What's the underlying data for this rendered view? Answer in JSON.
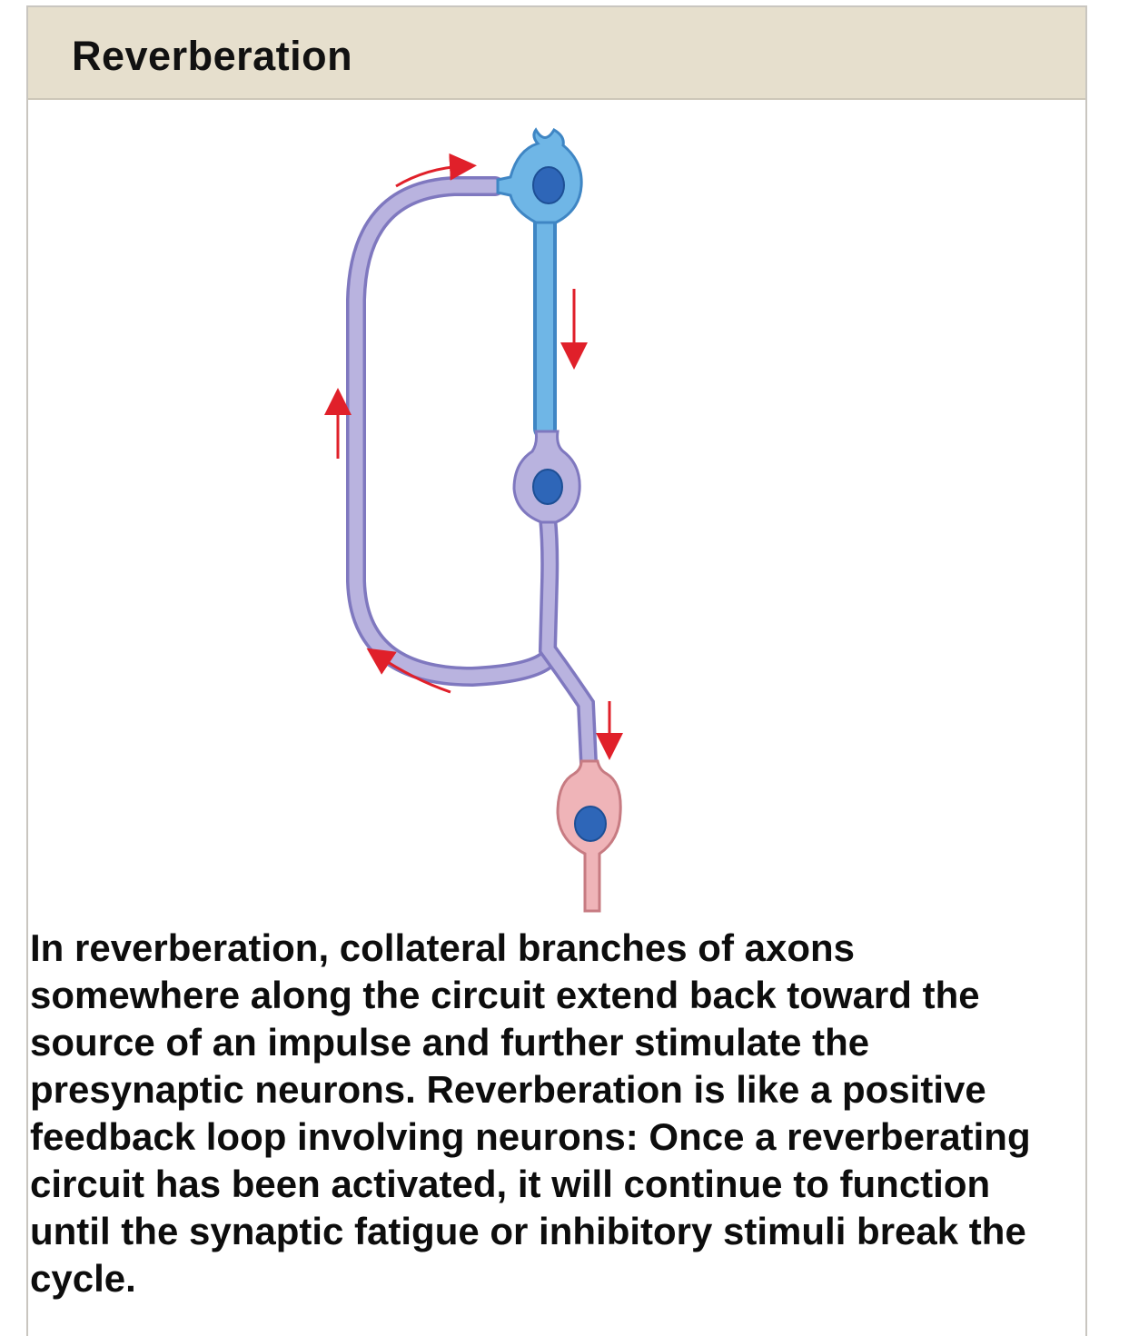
{
  "header": {
    "title": "Reverberation"
  },
  "diagram": {
    "neurons": [
      {
        "id": "top",
        "color_fill": "#6fb6e6",
        "color_stroke": "#3f86c4"
      },
      {
        "id": "middle",
        "color_fill": "#b9b3df",
        "color_stroke": "#7f78bf"
      },
      {
        "id": "bottom",
        "color_fill": "#efb4b8",
        "color_stroke": "#c77b82"
      }
    ],
    "nucleus_color": "#2e66b8",
    "arrow_color": "#e0202a"
  },
  "caption": {
    "text": "In reverberation, collateral branches of axons somewhere along the circuit extend back toward the source of an impulse and further stimulate the presynaptic neurons. Reverberation is like a positive feedback loop involving neurons: Once a reverberating circuit has been activated, it will continue to function until the synaptic fatigue or inhibitory stimuli break the cycle."
  }
}
